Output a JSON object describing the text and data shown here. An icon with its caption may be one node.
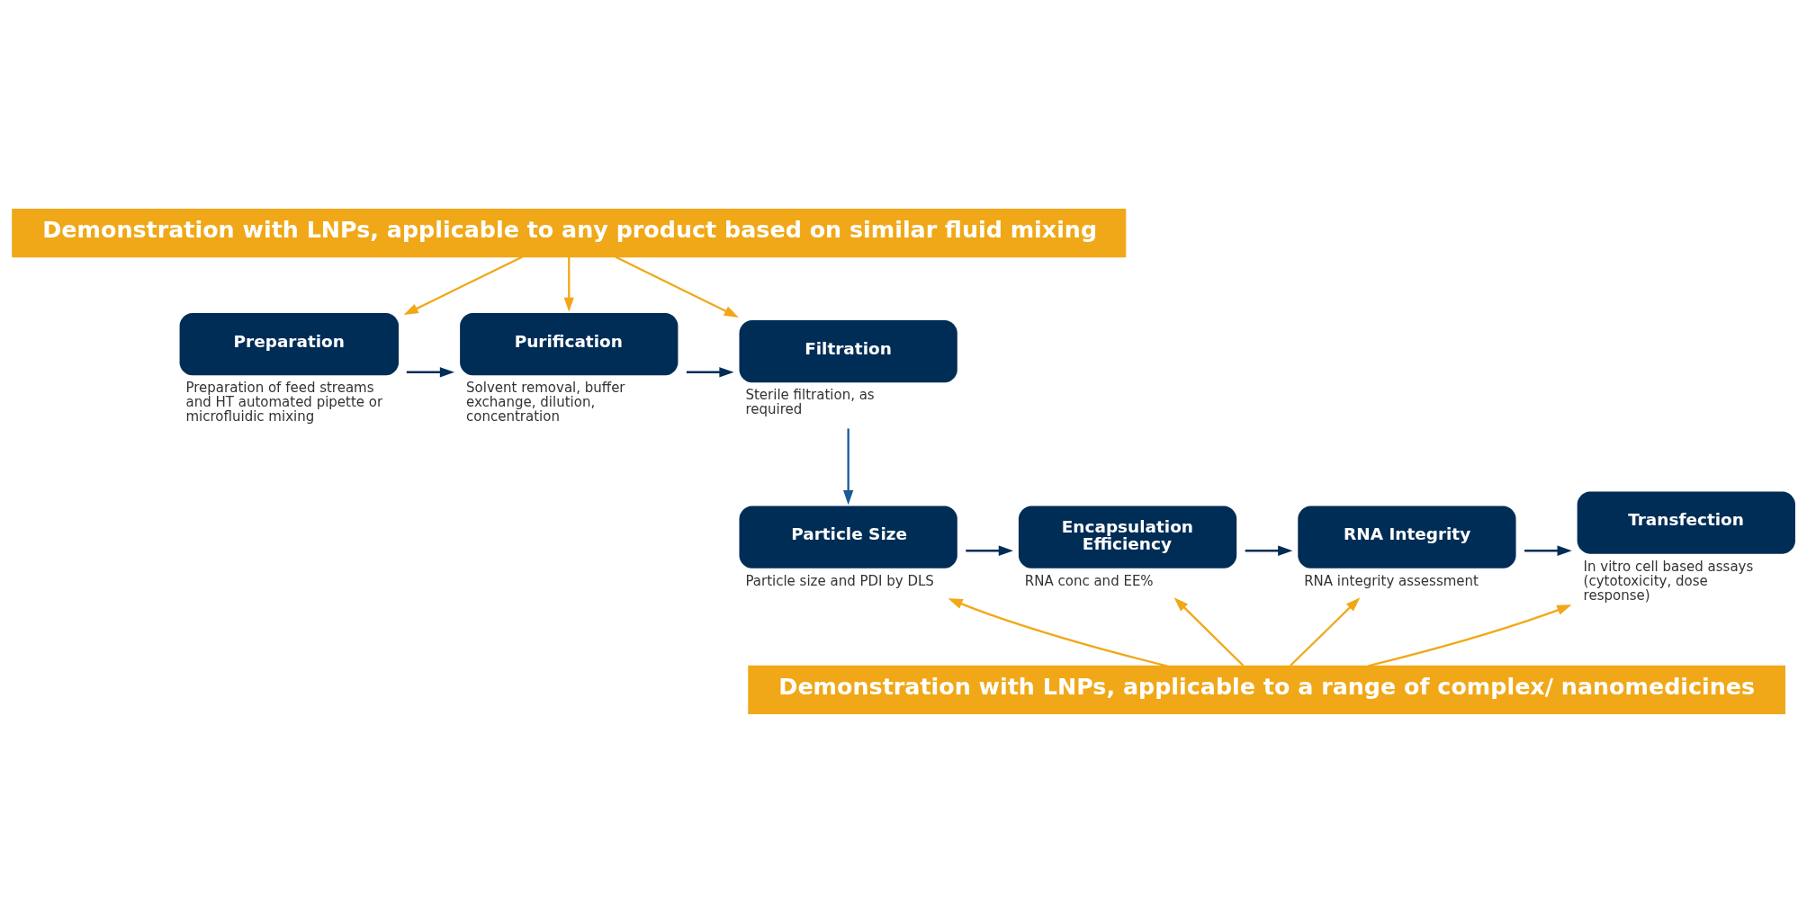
{
  "diagram": {
    "nodes": [
      {
        "text": [
          "Demonstration with LNPs, applicable to any product based on similar fluid mixing"
        ]
      },
      {
        "text": [
          "Preparation"
        ],
        "beside": [
          "Preparation of feed streams and HT automated pipette or  microfluidic mixing"
        ]
      },
      {
        "text": [
          "Purification"
        ],
        "beside": [
          "Solvent removal, buffer exchange, dilution, concentration"
        ]
      },
      {
        "text": [
          "Filtration"
        ],
        "beside": [
          "Sterile filtration, as required"
        ]
      },
      {
        "text": [
          "Particle Size"
        ],
        "beside": [
          "Particle size and PDI by DLS"
        ]
      },
      {
        "text": [
          "Encapsulation Efficiency"
        ],
        "beside": [
          "RNA conc and EE%"
        ]
      },
      {
        "text": [
          "RNA Integrity"
        ],
        "beside": [
          "RNA integrity assessment"
        ]
      },
      {
        "text": [
          "Transfection"
        ],
        "beside": [
          "In vitro cell based assays (cytotoxicity, dose response)"
        ]
      },
      {
        "text": [
          "Demonstration with LNPs, applicable to a range of complex/ nanomedicines"
        ]
      }
    ],
    "edges": [
      {
        "from": 0,
        "to": 1,
        "arrow": "to"
      },
      {
        "from": 0,
        "to": 2,
        "arrow": "to"
      },
      {
        "from": 0,
        "to": 3,
        "arrow": "to"
      },
      {
        "from": 1,
        "to": 2,
        "arrow": "to",
        "color": "#002d56"
      },
      {
        "from": 2,
        "to": 3,
        "arrow": "to",
        "color": "#002d56"
      },
      {
        "from": 3,
        "to": 4,
        "arrow": "to",
        "color": "#1a5a96"
      },
      {
        "from": 4,
        "to": 5,
        "arrow": "to",
        "color": "#002d56"
      },
      {
        "from": 5,
        "to": 6,
        "arrow": "to",
        "color": "#002d56"
      },
      {
        "from": 6,
        "to": 7,
        "arrow": "to",
        "color": "#002d56"
      },
      {
        "from": 8,
        "to": 4,
        "arrow": "to"
      },
      {
        "from": 8,
        "to": 5,
        "arrow": "to"
      },
      {
        "from": 8,
        "to": 6,
        "arrow": "to"
      },
      {
        "from": 8,
        "to": 7,
        "arrow": "to"
      }
    ]
  }
}
